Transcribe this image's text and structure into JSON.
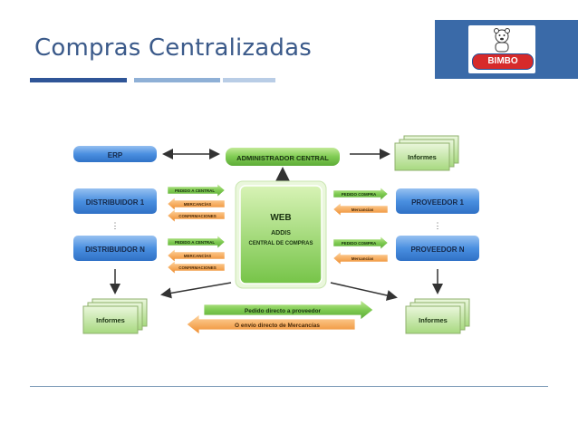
{
  "slide": {
    "title": "Compras Centralizadas"
  },
  "logo": {
    "text": "BIMBO"
  },
  "diagram": {
    "erp": "ERP",
    "admin": "ADMINISTRADOR CENTRAL",
    "informes_top": "Informes",
    "distribuidor_1": "DISTRIBUIDOR 1",
    "distribuidor_n": "DISTRIBUIDOR N",
    "proveedor_1": "PROVEEDOR 1",
    "proveedor_n": "PROVEEDOR N",
    "web_title": "WEB",
    "web_sub1": "ADDIS",
    "web_sub2": "CENTRAL DE COMPRAS",
    "pedido_central_1": "PEDIDO A CENTRAL",
    "mercancias_1": "MERCANCÍAS",
    "confirmaciones_1": "CONFIRMACIONES",
    "pedido_central_n": "PEDIDO A CENTRAL",
    "mercancias_n": "MERCANCÍAS",
    "confirmaciones_n": "CONFIRMACIONES",
    "pedido_compra_1": "PEDIDO COMPRA",
    "mercancias_p1": "Mercancías",
    "pedido_compra_n": "PEDIDO COMPRA",
    "mercancias_pn": "Mercancías",
    "informes_left": "Informes",
    "informes_right": "Informes",
    "pedido_directo": "Pedido directo a proveedor",
    "envio_directo": "O envío directo de Mercancías"
  },
  "colors": {
    "title": "#3b5a8a",
    "bar_dark": "#2f5597",
    "bar_mid": "#8fb0d6",
    "bar_light": "#b9cde6",
    "blue_box": "#3f7fd1",
    "green_box": "#6fbf45",
    "orange": "#f29a3a"
  }
}
